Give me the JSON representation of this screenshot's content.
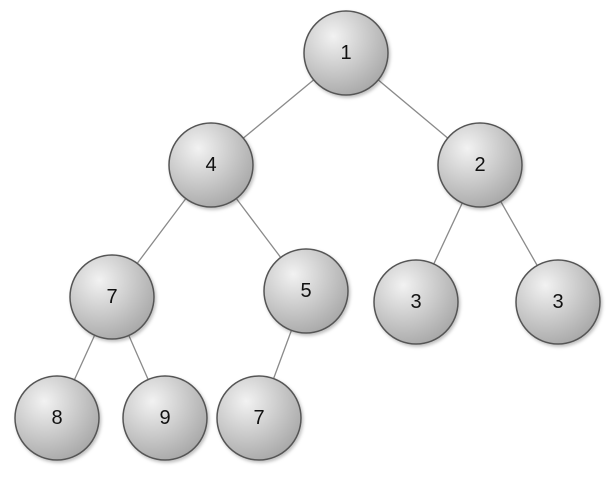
{
  "nodes": [
    {
      "id": "n1",
      "label": "1"
    },
    {
      "id": "n4",
      "label": "4"
    },
    {
      "id": "n2",
      "label": "2"
    },
    {
      "id": "n7a",
      "label": "7"
    },
    {
      "id": "n5",
      "label": "5"
    },
    {
      "id": "n3a",
      "label": "3"
    },
    {
      "id": "n3b",
      "label": "3"
    },
    {
      "id": "n8",
      "label": "8"
    },
    {
      "id": "n9",
      "label": "9"
    },
    {
      "id": "n7b",
      "label": "7"
    }
  ],
  "edges": [
    [
      "n1",
      "n4"
    ],
    [
      "n1",
      "n2"
    ],
    [
      "n4",
      "n7a"
    ],
    [
      "n4",
      "n5"
    ],
    [
      "n2",
      "n3a"
    ],
    [
      "n2",
      "n3b"
    ],
    [
      "n7a",
      "n8"
    ],
    [
      "n7a",
      "n9"
    ],
    [
      "n5",
      "n7b"
    ]
  ],
  "colors": {
    "node_fill_light": "#f2f2f2",
    "node_fill_dark": "#a8a8a8",
    "node_stroke": "#555555",
    "edge": "#8a8a8a",
    "label": "#111111"
  }
}
